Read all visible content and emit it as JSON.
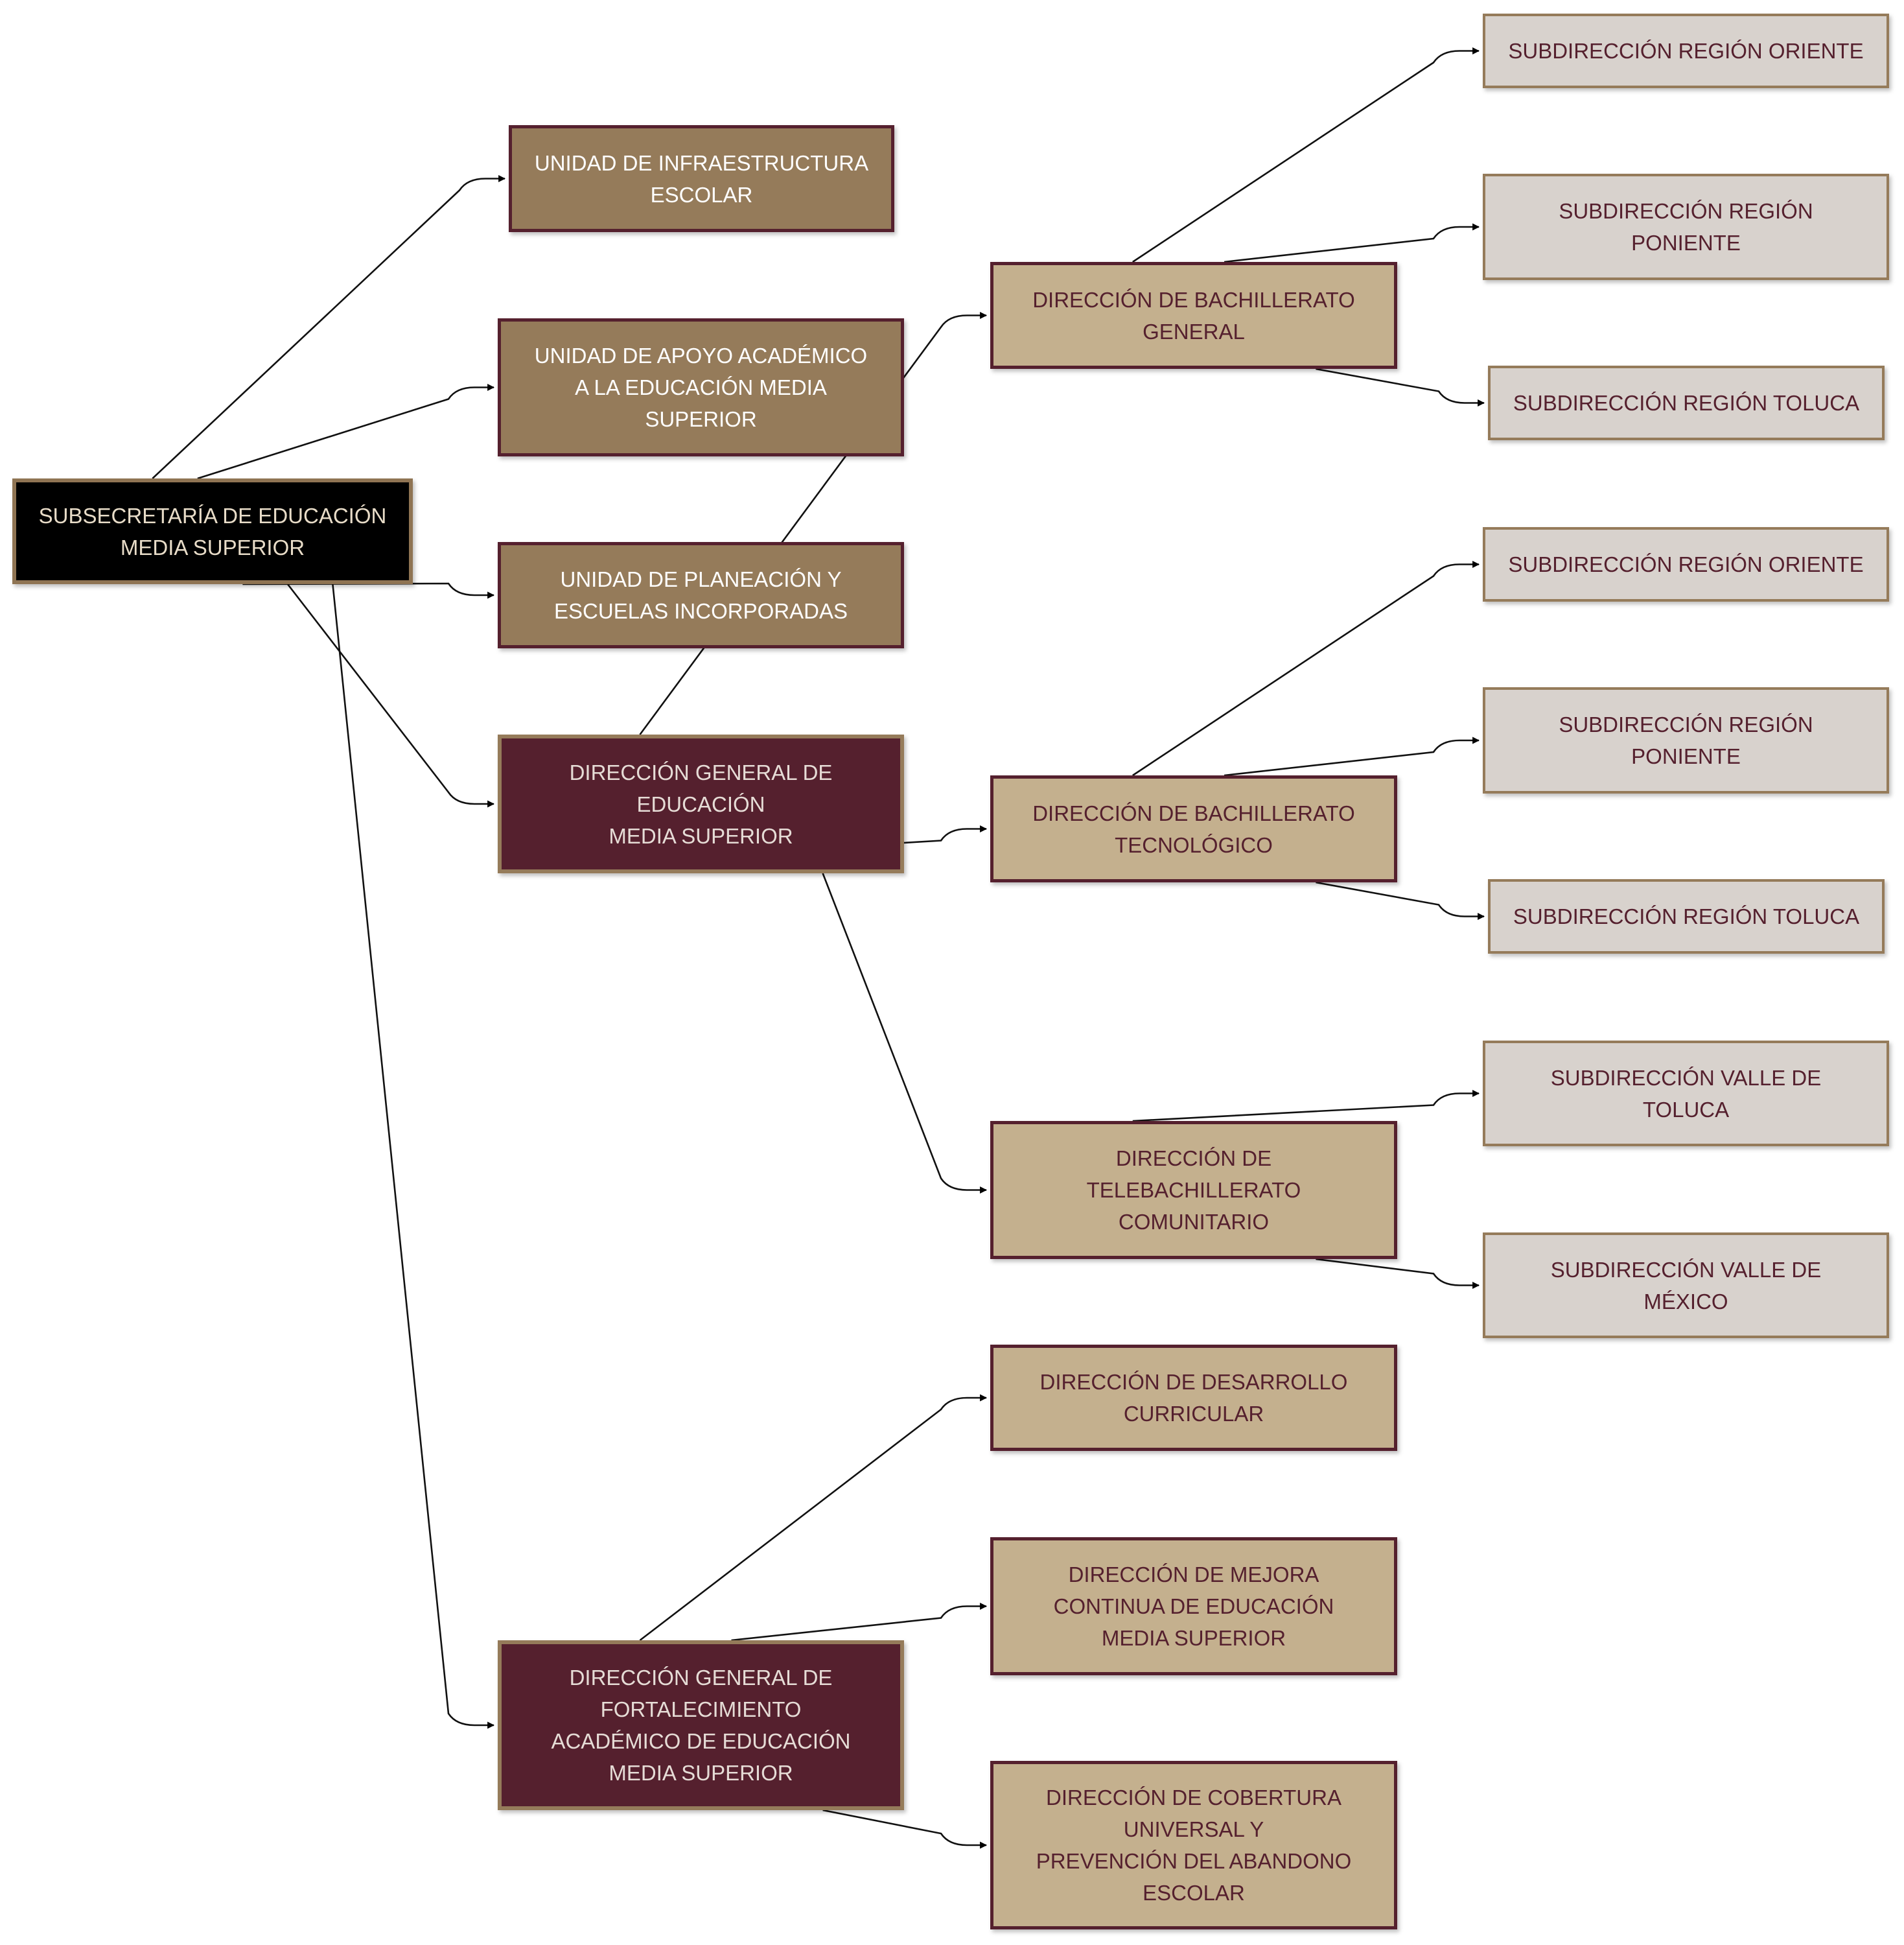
{
  "nodes": {
    "subsecretaria": "SUBSECRETARÍA DE EDUCACIÓN\nMEDIA SUPERIOR",
    "unidad_infraestructura": "UNIDAD DE INFRAESTRUCTURA\nESCOLAR",
    "unidad_apoyo": "UNIDAD DE APOYO ACADÉMICO\nA LA EDUCACIÓN MEDIA\nSUPERIOR",
    "unidad_planeacion": "UNIDAD DE PLANEACIÓN Y\nESCUELAS INCORPORADAS",
    "dg_educacion": "DIRECCIÓN GENERAL DE\nEDUCACIÓN\nMEDIA SUPERIOR",
    "dg_fortalecimiento": "DIRECCIÓN GENERAL DE\nFORTALECIMIENTO\nACADÉMICO DE EDUCACIÓN\nMEDIA SUPERIOR",
    "dir_bach_general": "DIRECCIÓN DE BACHILLERATO\nGENERAL",
    "dir_bach_tecnologico": "DIRECCIÓN DE BACHILLERATO\nTECNOLÓGICO",
    "dir_telebach": "DIRECCIÓN DE\nTELEBACHILLERATO\nCOMUNITARIO",
    "dir_desarrollo": "DIRECCIÓN DE DESARROLLO\nCURRICULAR",
    "dir_mejora": "DIRECCIÓN DE MEJORA\nCONTINUA DE EDUCACIÓN\nMEDIA SUPERIOR",
    "dir_cobertura": "DIRECCIÓN DE COBERTURA\nUNIVERSAL Y\nPREVENCIÓN DEL ABANDONO\nESCOLAR",
    "sub_oriente_1": "SUBDIRECCIÓN REGIÓN ORIENTE",
    "sub_poniente_1": "SUBDIRECCIÓN REGIÓN\nPONIENTE",
    "sub_toluca_1": "SUBDIRECCIÓN REGIÓN TOLUCA",
    "sub_oriente_2": "SUBDIRECCIÓN REGIÓN ORIENTE",
    "sub_poniente_2": "SUBDIRECCIÓN REGIÓN\nPONIENTE",
    "sub_toluca_2": "SUBDIRECCIÓN REGIÓN TOLUCA",
    "sub_valle_toluca": "SUBDIRECCIÓN VALLE DE\nTOLUCA",
    "sub_valle_mexico": "SUBDIRECCIÓN VALLE DE\nMÉXICO"
  },
  "edges": [
    [
      "subsecretaria",
      "unidad_infraestructura"
    ],
    [
      "subsecretaria",
      "unidad_apoyo"
    ],
    [
      "subsecretaria",
      "unidad_planeacion"
    ],
    [
      "subsecretaria",
      "dg_educacion"
    ],
    [
      "subsecretaria",
      "dg_fortalecimiento"
    ],
    [
      "dg_educacion",
      "dir_bach_general"
    ],
    [
      "dg_educacion",
      "dir_bach_tecnologico"
    ],
    [
      "dg_educacion",
      "dir_telebach"
    ],
    [
      "dir_bach_general",
      "sub_oriente_1"
    ],
    [
      "dir_bach_general",
      "sub_poniente_1"
    ],
    [
      "dir_bach_general",
      "sub_toluca_1"
    ],
    [
      "dir_bach_tecnologico",
      "sub_oriente_2"
    ],
    [
      "dir_bach_tecnologico",
      "sub_poniente_2"
    ],
    [
      "dir_bach_tecnologico",
      "sub_toluca_2"
    ],
    [
      "dir_telebach",
      "sub_valle_toluca"
    ],
    [
      "dir_telebach",
      "sub_valle_mexico"
    ],
    [
      "dg_fortalecimiento",
      "dir_desarrollo"
    ],
    [
      "dg_fortalecimiento",
      "dir_mejora"
    ],
    [
      "dg_fortalecimiento",
      "dir_cobertura"
    ]
  ],
  "colors": {
    "root_fill": "#000000",
    "unit_fill": "#957b5a",
    "direccion_general_fill": "#55202e",
    "direccion_fill": "#c4b08e",
    "subdireccion_fill": "#d8d2cd"
  }
}
